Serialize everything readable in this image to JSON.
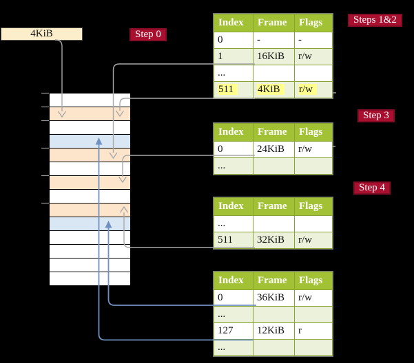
{
  "frame_box": {
    "label": "4KiB"
  },
  "step_labels": {
    "step0": "Step 0",
    "steps12": "Steps 1&2",
    "step3": "Step 3",
    "step4": "Step 4"
  },
  "memory": {
    "row_fills": [
      "white",
      "peach",
      "white",
      "blue",
      "peach",
      "white",
      "peach",
      "white",
      "peach",
      "blue",
      "white",
      "white",
      "white",
      "white"
    ],
    "highlight_meaning": {
      "peach_rows_frames": [
        "4KiB",
        "16KiB",
        "24KiB",
        "32KiB"
      ],
      "blue_rows_frames": [
        "12KiB",
        "36KiB"
      ]
    }
  },
  "tables": [
    {
      "name": "page-table-steps-1-2",
      "headers": [
        "Index",
        "Frame",
        "Flags"
      ],
      "rows": [
        {
          "cells": [
            "0",
            "-",
            "-"
          ]
        },
        {
          "cells": [
            "1",
            "16KiB",
            "r/w"
          ]
        },
        {
          "cells": [
            "...",
            "",
            ""
          ]
        },
        {
          "cells": [
            "511",
            "4KiB",
            "r/w"
          ],
          "highlighted": true
        }
      ]
    },
    {
      "name": "page-table-step-3",
      "headers": [
        "Index",
        "Frame",
        "Flags"
      ],
      "rows": [
        {
          "cells": [
            "0",
            "24KiB",
            "r/w"
          ]
        },
        {
          "cells": [
            "...",
            "",
            ""
          ]
        }
      ]
    },
    {
      "name": "page-table-step-4a",
      "headers": [
        "Index",
        "Frame",
        "Flags"
      ],
      "rows": [
        {
          "cells": [
            "...",
            "",
            ""
          ]
        },
        {
          "cells": [
            "511",
            "32KiB",
            "r/w"
          ]
        }
      ]
    },
    {
      "name": "page-table-step-4b",
      "headers": [
        "Index",
        "Frame",
        "Flags"
      ],
      "rows": [
        {
          "cells": [
            "0",
            "36KiB",
            "r/w"
          ]
        },
        {
          "cells": [
            "...",
            "",
            ""
          ]
        },
        {
          "cells": [
            "127",
            "12KiB",
            "r"
          ]
        },
        {
          "cells": [
            "...",
            "",
            ""
          ]
        }
      ]
    }
  ],
  "colors": {
    "header_green": "#a2c134",
    "row_alt_green": "#ebf1da",
    "table_border": "#87a330",
    "highlight_yellow": "#ffff8e",
    "label_red": "#a90f2f",
    "frame_box_cream": "#fdeecb",
    "memory_peach": "#fce5cb",
    "memory_blue": "#d9e6f4",
    "gray_connector": "#a9a9a9",
    "blue_connector": "#7191c2"
  }
}
